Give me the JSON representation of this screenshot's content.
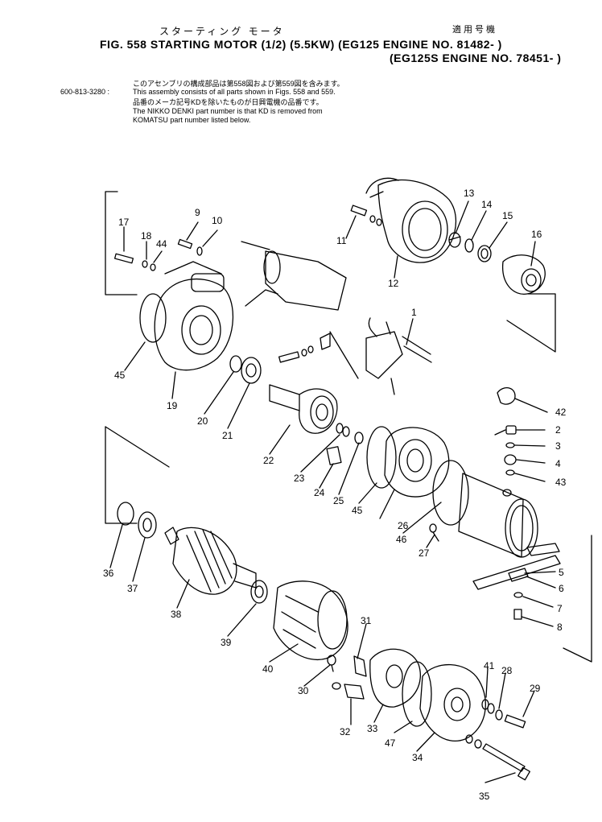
{
  "header": {
    "japanese_title": "スターティング モータ",
    "japanese_applicable": "適用号機",
    "fig_title": "FIG. 558  STARTING MOTOR (1/2) (5.5KW) (EG125  ENGINE NO. 81482- )",
    "fig_title_line2": "(EG125S ENGINE NO. 78451- )"
  },
  "notes": {
    "jp_line1": "このアセンブリの構成部品は第558図および第559図を含みます。",
    "assembly_part_number": "600-813-3280 :",
    "en_line1": "This assembly consists of all parts shown in Figs. 558 and 559.",
    "jp_line2": "品番のメーカ記号KDを除いたものが日興電機の品番です。",
    "en_line2": "The NIKKO DENKI part number is that KD is removed from",
    "en_line3": "KOMATSU part number listed below."
  },
  "callouts": [
    "1",
    "2",
    "3",
    "4",
    "5",
    "6",
    "7",
    "8",
    "9",
    "10",
    "11",
    "12",
    "13",
    "14",
    "15",
    "16",
    "17",
    "18",
    "19",
    "20",
    "21",
    "22",
    "23",
    "24",
    "25",
    "26",
    "27",
    "28",
    "29",
    "30",
    "31",
    "32",
    "33",
    "34",
    "35",
    "36",
    "37",
    "38",
    "39",
    "40",
    "41",
    "42",
    "43",
    "44",
    "45",
    "45",
    "46",
    "47"
  ]
}
